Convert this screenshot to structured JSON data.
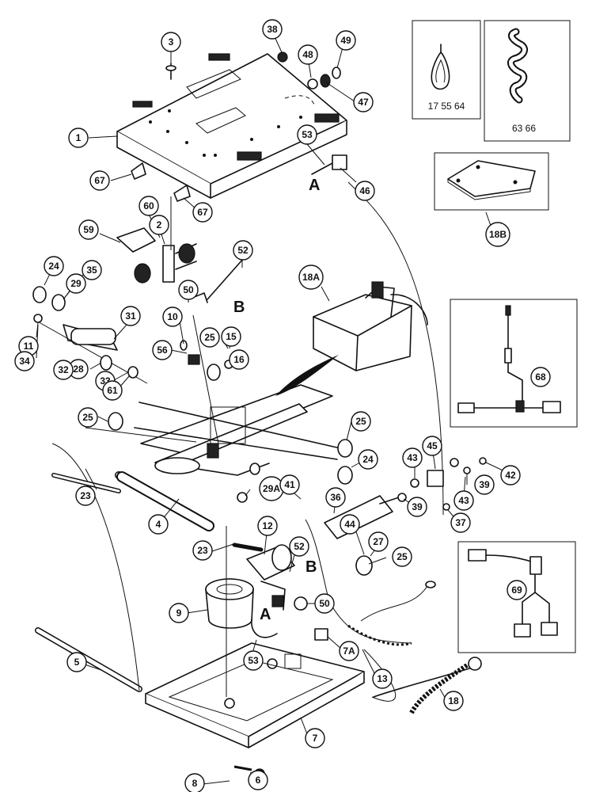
{
  "callouts": [
    {
      "id": "c1",
      "label": "1"
    },
    {
      "id": "c2",
      "label": "2"
    },
    {
      "id": "c3",
      "label": "3"
    },
    {
      "id": "c4",
      "label": "4"
    },
    {
      "id": "c5",
      "label": "5"
    },
    {
      "id": "c6",
      "label": "6"
    },
    {
      "id": "c7",
      "label": "7"
    },
    {
      "id": "c7a",
      "label": "7A"
    },
    {
      "id": "c8",
      "label": "8"
    },
    {
      "id": "c9",
      "label": "9"
    },
    {
      "id": "c10",
      "label": "10"
    },
    {
      "id": "c11",
      "label": "11"
    },
    {
      "id": "c12",
      "label": "12"
    },
    {
      "id": "c13",
      "label": "13"
    },
    {
      "id": "c15",
      "label": "15"
    },
    {
      "id": "c16",
      "label": "16"
    },
    {
      "id": "c18",
      "label": "18"
    },
    {
      "id": "c18a",
      "label": "18A"
    },
    {
      "id": "c18b",
      "label": "18B"
    },
    {
      "id": "c23a",
      "label": "23"
    },
    {
      "id": "c23b",
      "label": "23"
    },
    {
      "id": "c24a",
      "label": "24"
    },
    {
      "id": "c24b",
      "label": "24"
    },
    {
      "id": "c25a",
      "label": "25"
    },
    {
      "id": "c25b",
      "label": "25"
    },
    {
      "id": "c25c",
      "label": "25"
    },
    {
      "id": "c25d",
      "label": "25"
    },
    {
      "id": "c27",
      "label": "27"
    },
    {
      "id": "c28",
      "label": "28"
    },
    {
      "id": "c29",
      "label": "29"
    },
    {
      "id": "c29a",
      "label": "29A"
    },
    {
      "id": "c31",
      "label": "31"
    },
    {
      "id": "c32",
      "label": "32"
    },
    {
      "id": "c33",
      "label": "33"
    },
    {
      "id": "c34",
      "label": "34"
    },
    {
      "id": "c35",
      "label": "35"
    },
    {
      "id": "c36",
      "label": "36"
    },
    {
      "id": "c37",
      "label": "37"
    },
    {
      "id": "c38",
      "label": "38"
    },
    {
      "id": "c39a",
      "label": "39"
    },
    {
      "id": "c39b",
      "label": "39"
    },
    {
      "id": "c41",
      "label": "41"
    },
    {
      "id": "c42",
      "label": "42"
    },
    {
      "id": "c43a",
      "label": "43"
    },
    {
      "id": "c43b",
      "label": "43"
    },
    {
      "id": "c44",
      "label": "44"
    },
    {
      "id": "c45",
      "label": "45"
    },
    {
      "id": "c46",
      "label": "46"
    },
    {
      "id": "c47",
      "label": "47"
    },
    {
      "id": "c48",
      "label": "48"
    },
    {
      "id": "c49",
      "label": "49"
    },
    {
      "id": "c50a",
      "label": "50"
    },
    {
      "id": "c50b",
      "label": "50"
    },
    {
      "id": "c52a",
      "label": "52"
    },
    {
      "id": "c52b",
      "label": "52"
    },
    {
      "id": "c53a",
      "label": "53"
    },
    {
      "id": "c53b",
      "label": "53"
    },
    {
      "id": "c56",
      "label": "56"
    },
    {
      "id": "c59",
      "label": "59"
    },
    {
      "id": "c60",
      "label": "60"
    },
    {
      "id": "c61",
      "label": "61"
    },
    {
      "id": "c67a",
      "label": "67"
    },
    {
      "id": "c67b",
      "label": "67"
    },
    {
      "id": "c68",
      "label": "68"
    },
    {
      "id": "c69",
      "label": "69"
    }
  ],
  "letters": [
    {
      "id": "la1",
      "label": "A"
    },
    {
      "id": "lb1",
      "label": "B"
    },
    {
      "id": "la2",
      "label": "A"
    },
    {
      "id": "lb2",
      "label": "B"
    }
  ],
  "insets": {
    "strap_parts": "17  55  64",
    "spiral_parts": "63  66"
  }
}
